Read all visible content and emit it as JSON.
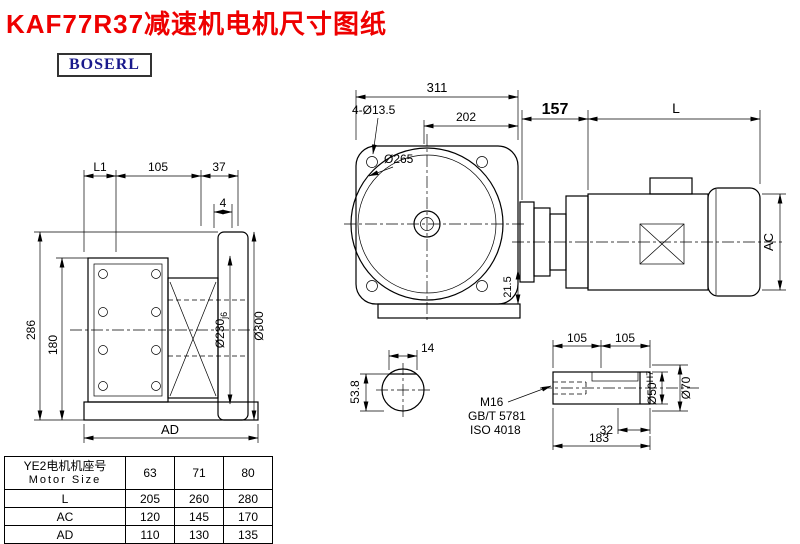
{
  "title": "KAF77R37减速机电机尺寸图纸",
  "logo": "BOSERL",
  "front_view": {
    "dim_311": "311",
    "dim_202": "202",
    "bolt_holes": "4-Ø13.5",
    "flange_dia": "Ø265",
    "dim_21_5": "21.5"
  },
  "motor_view": {
    "dim_157": "157",
    "dim_L": "L",
    "dim_AC": "AC"
  },
  "side_view": {
    "dim_L1": "L1",
    "dim_105": "105",
    "dim_37": "37",
    "dim_4": "4",
    "dim_286": "286",
    "dim_180": "180",
    "spigot_dia": "Ø230",
    "spigot_tol": "j6",
    "flange_od": "Ø300",
    "dim_AD": "AD"
  },
  "shaft_section": {
    "key_width": "14",
    "key_height": "53.8"
  },
  "shaft_detail": {
    "dim_105a": "105",
    "dim_105b": "105",
    "thread": "M16",
    "std_gb": "GB/T 5781",
    "std_iso": "ISO 4018",
    "dim_32": "32",
    "dim_183": "183",
    "shaft_dia": "Ø50",
    "shaft_fit": "H7",
    "hub_dia": "Ø70"
  },
  "table": {
    "header_cn": "YE2电机机座号",
    "header_en": "Motor Size",
    "sizes": [
      "63",
      "71",
      "80"
    ],
    "rows": [
      {
        "label": "L",
        "values": [
          "205",
          "260",
          "280"
        ]
      },
      {
        "label": "AC",
        "values": [
          "120",
          "145",
          "170"
        ]
      },
      {
        "label": "AD",
        "values": [
          "110",
          "130",
          "135"
        ]
      }
    ]
  }
}
